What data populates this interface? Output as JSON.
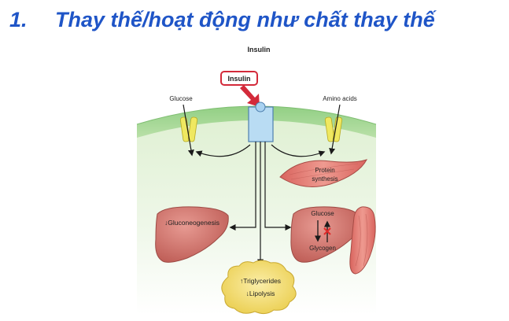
{
  "heading": {
    "number": "1.",
    "text": "Thay thế/hoạt động như chất thay thế"
  },
  "diagram": {
    "figure_title": "Insulin",
    "insulin_tag": "Insulin",
    "glucose_label": "Glucose",
    "amino_acids_label": "Amino acids",
    "protein_synthesis_line1": "Protein",
    "protein_synthesis_line2": "synthesis",
    "gluconeogenesis_label": "↓Gluconeogenesis",
    "liver_glucose_label": "Glucose",
    "liver_glycogen_label": "Glycogen",
    "triglycerides_label": "↑Triglycerides",
    "lipolysis_label": "↓Lipolysis",
    "colors": {
      "heading": "#1f55c7",
      "membrane": "#a8d898",
      "cytoplasm": "#ecf6e2",
      "receptor": "#b9dcf3",
      "transporter": "#efe860",
      "organ_red": "#cf7a72",
      "fat": "#f4df74",
      "insulin_tag_border": "#d32a3a"
    }
  }
}
